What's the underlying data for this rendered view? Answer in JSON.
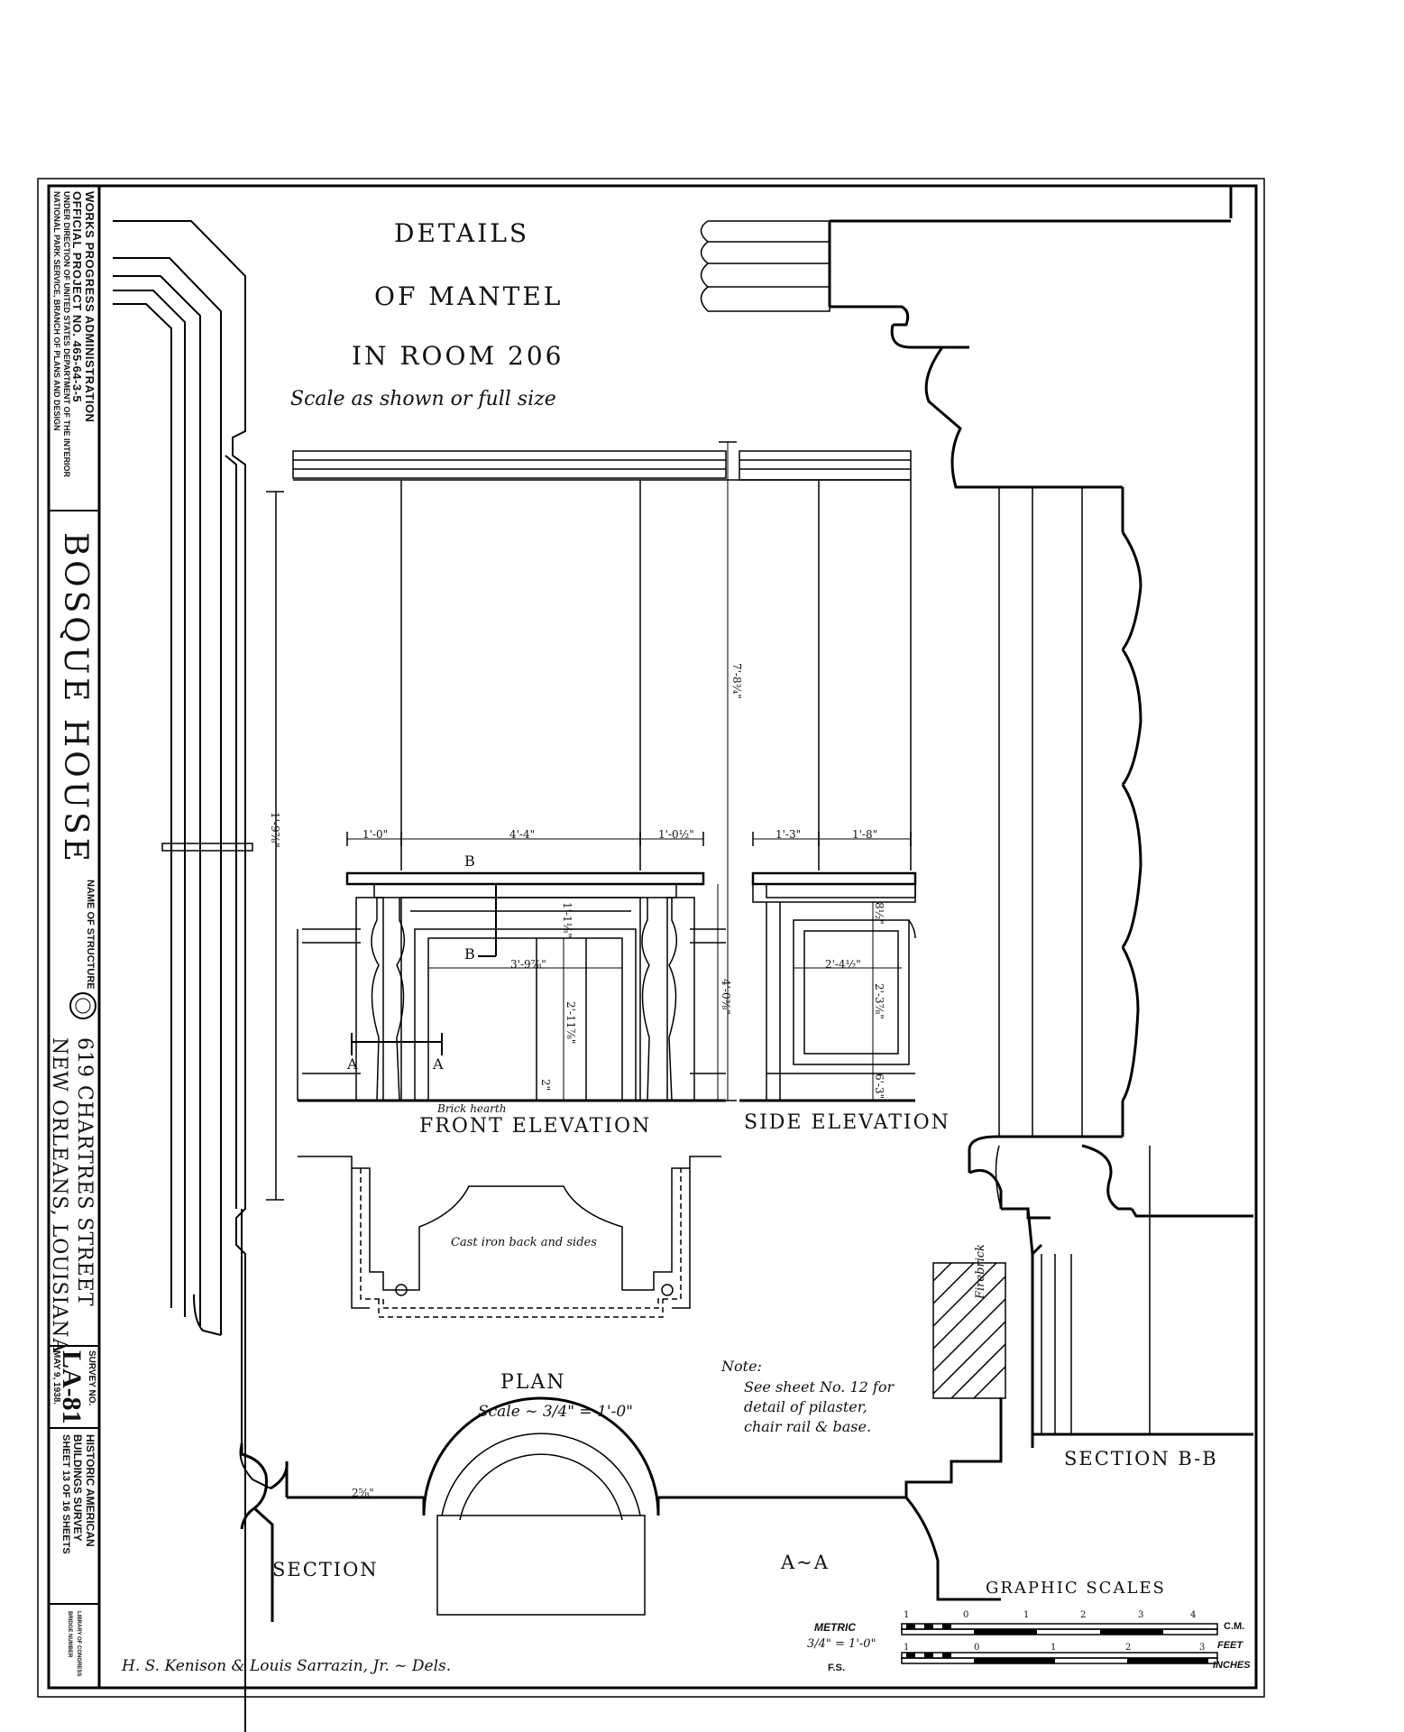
{
  "drawing": {
    "title_line1": "DETAILS",
    "title_line2": "OF MANTEL",
    "title_line3": "IN ROOM 206",
    "scale_note": "Scale as shown or full size",
    "front_elevation": "FRONT ELEVATION",
    "side_elevation": "SIDE ELEVATION",
    "plan": "PLAN",
    "plan_scale": "Scale ~ 3/4\" = 1'-0\"",
    "section_bb": "SECTION B-B",
    "section_aa_left": "SECTION",
    "section_aa_right": "A~A",
    "graphic_scales": "GRAPHIC SCALES",
    "brick_hearth": "Brick hearth",
    "cast_iron": "Cast iron back and sides",
    "firebrick": "Firebrick",
    "note_title": "Note:",
    "note_line1": "See sheet No. 12 for",
    "note_line2": "detail of pilaster,",
    "note_line3": "chair rail & base.",
    "delineators": "H. S. Kenison & Louis Sarrazin, Jr. ~ Dels."
  },
  "dimensions": {
    "d_1_0": "1'-0\"",
    "d_4_4": "4'-4\"",
    "d_1_0h": "1'-0½\"",
    "d_1_3": "1'-3\"",
    "d_1_8": "1'-8\"",
    "d_7_8": "7'-8¾\"",
    "d_1_9": "1'-9⅞\"",
    "d_3_9": "3'-9⅞\"",
    "d_2_11": "2'-11⅞\"",
    "d_4_0": "4'-0⅜\"",
    "d_2_4": "2'-4½\"",
    "d_2_3": "2'-3⅞\"",
    "d_8": "8½\"",
    "d_6_3": "6'-3\"",
    "d_2": "2\"",
    "d_1_1": "1'-1⅛\"",
    "d_2_8": "2⅝\""
  },
  "section_marks": {
    "b": "B",
    "a": "A"
  },
  "scales": {
    "metric": "METRIC",
    "ratio": "3/4\" = 1'-0\"",
    "fs": "F.S.",
    "cm": "C.M.",
    "feet": "FEET",
    "inches": "INCHES",
    "ticks_feet": [
      "1",
      "0",
      "1",
      "2",
      "3",
      "4"
    ],
    "ticks_inches": [
      "1",
      "0",
      "1",
      "2",
      "3"
    ]
  },
  "title_block": {
    "agency_line1": "WORKS PROGRESS ADMINISTRATION",
    "agency_line2": "OFFICIAL PROJECT NO. 465-64-3-5",
    "agency_line3": "UNDER DIRECTION OF UNITED STATES DEPARTMENT OF THE INTERIOR",
    "agency_line4": "NATIONAL PARK SERVICE, BRANCH OF PLANS AND DESIGN",
    "building_name": "BOSQUE HOUSE",
    "name_label": "NAME OF STRUCTURE",
    "address_line1": "619 CHARTRES STREET",
    "address_line2": "NEW ORLEANS, LOUISIANA",
    "survey_label": "SURVEY NO.",
    "survey_no": "LA-81",
    "date": "MAY 9, 1938.",
    "habs_line1": "HISTORIC AMERICAN",
    "habs_line2": "BUILDINGS SURVEY",
    "sheet": "SHEET 13 OF 16 SHEETS",
    "library_line1": "LIBRARY OF CONGRESS",
    "library_line2": "BRIDGE NUMBER"
  }
}
